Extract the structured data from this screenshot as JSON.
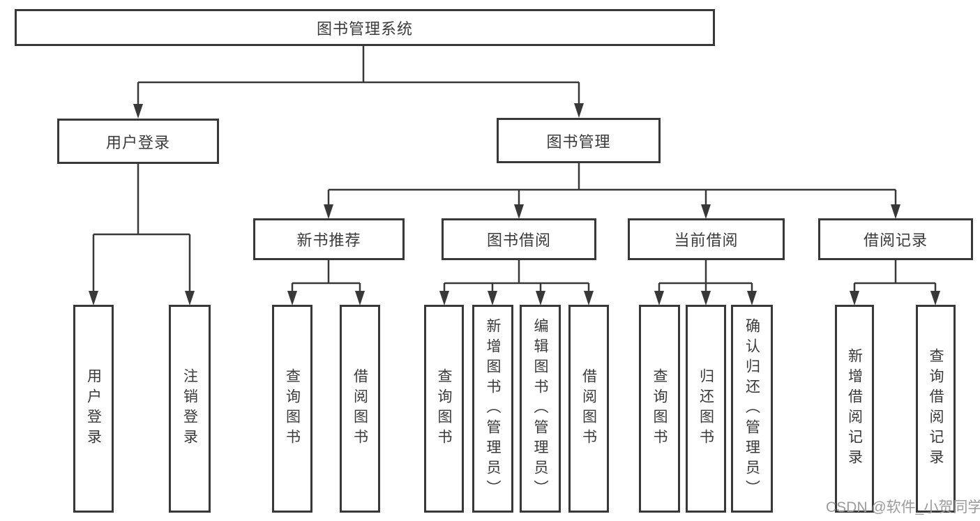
{
  "tree": {
    "root": {
      "label": "图书管理系统"
    },
    "children": [
      {
        "label": "用户登录",
        "children": [
          {
            "label": "用户登录"
          },
          {
            "label": "注销登录"
          }
        ]
      },
      {
        "label": "图书管理",
        "children": [
          {
            "label": "新书推荐",
            "children": [
              {
                "label": "查询图书"
              },
              {
                "label": "借阅图书"
              }
            ]
          },
          {
            "label": "图书借阅",
            "children": [
              {
                "label": "查询图书"
              },
              {
                "label": "新增图书（管理员）"
              },
              {
                "label": "编辑图书（管理员）"
              },
              {
                "label": "借阅图书"
              }
            ]
          },
          {
            "label": "当前借阅",
            "children": [
              {
                "label": "查询图书"
              },
              {
                "label": "归还图书"
              },
              {
                "label": "确认归还（管理员）"
              }
            ]
          },
          {
            "label": "借阅记录",
            "children": [
              {
                "label": "新增借阅记录"
              },
              {
                "label": "查询借阅记录"
              }
            ]
          }
        ]
      }
    ]
  },
  "watermark": {
    "text": "CSDN @软件_小贺同学"
  },
  "colors": {
    "line": "#383838",
    "box_border": "#383838",
    "text": "#3a3a3a",
    "watermark": "#9b9b9b",
    "background": "#ffffff"
  }
}
